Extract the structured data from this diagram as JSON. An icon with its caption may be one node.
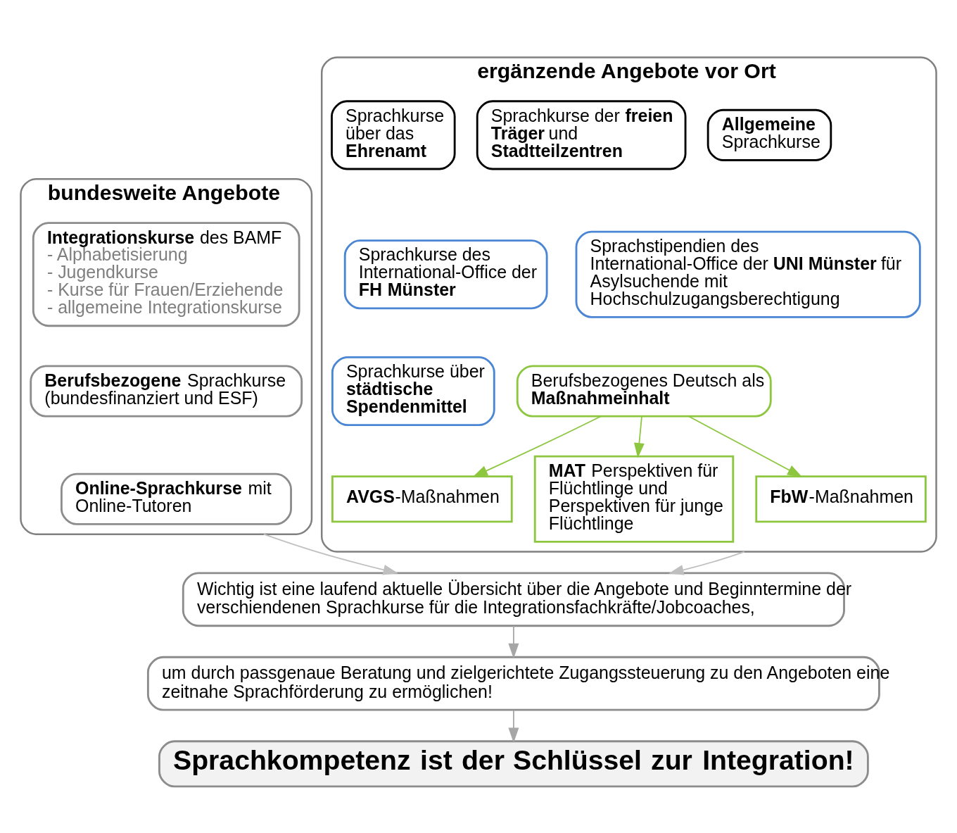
{
  "diagram": {
    "nodes": [
      {
        "text": [
          "bundesweite Angebote"
        ]
      },
      {
        "text": [
          "**Integrationskurse** des BAMF",
          "- Alphabetisierung",
          "- Jugendkurse",
          "- Kurse für Frauen/Erziehende",
          "- allgemeine Integrationskurse"
        ],
        "in": 0
      },
      {
        "text": [
          "**Berufsbezogene** Sprachkurse (bundesfinanziert und ESF)"
        ],
        "in": 0
      },
      {
        "text": [
          "**Online-Sprachkurse** mit Online-Tutoren"
        ],
        "in": 0
      },
      {
        "text": [
          "ergänzende Angebote vor Ort"
        ]
      },
      {
        "text": [
          "**Allgemeine** Sprachkurse"
        ],
        "in": 4
      },
      {
        "text": [
          "Sprachkurse der **freien Träger** und **Stadtteilzentren**"
        ],
        "in": 4
      },
      {
        "text": [
          "Sprachkurse über das **Ehrenamt**"
        ],
        "in": 4
      },
      {
        "text": [
          "Sprachstipendien des International-Office der **UNI Münster** für Asylsuchende mit Hochschulzugangsberechtigung"
        ],
        "in": 4
      },
      {
        "text": [
          "Sprachkurse des International-Office der **FH Münster**"
        ],
        "in": 4
      },
      {
        "text": [
          "Berufsbezogenes Deutsch als **Maßnahmeinhalt**"
        ],
        "in": 4
      },
      {
        "text": [
          "Sprachkurse über **städtische Spendenmittel**"
        ],
        "in": 4
      },
      {
        "text": [
          "**AVGS**-Maßnahmen"
        ],
        "in": 4
      },
      {
        "text": [
          "**MAT** Perspektiven für Flüchtlinge und Perspektiven für junge Flüchtlinge"
        ],
        "in": 4
      },
      {
        "text": [
          "**FbW**-Maßnahmen"
        ],
        "in": 4
      },
      {
        "text": [
          "Wichtig ist eine laufend aktuelle Übersicht über die Angebote und Beginntermine der verschiendenen Sprachkurse für die Integrationsfachkräfte/Jobcoaches,"
        ]
      },
      {
        "text": [
          "um durch passgenaue Beratung und zielgerichtete Zugangssteuerung zu den Angeboten eine zeitnahe Sprachförderung zu ermöglichen!"
        ]
      },
      {
        "text": [
          "Sprachkompetenz ist der Schlüssel zur Integration!"
        ]
      }
    ],
    "edges": [
      {
        "from": 10,
        "to": 12,
        "arrow": "to",
        "color": "#8dc63f"
      },
      {
        "from": 10,
        "to": 13,
        "arrow": "to",
        "color": "#8dc63f"
      },
      {
        "from": 10,
        "to": 14,
        "arrow": "to",
        "color": "#8dc63f"
      },
      {
        "from": 0,
        "to": 15,
        "arrow": "to",
        "color": "#bfbfbf"
      },
      {
        "from": 4,
        "to": 15,
        "arrow": "to",
        "color": "#bfbfbf"
      },
      {
        "from": 15,
        "to": 16,
        "arrow": "to",
        "color": "#a6a6a6"
      },
      {
        "from": 16,
        "to": 17,
        "arrow": "to",
        "color": "#a6a6a6"
      }
    ]
  }
}
